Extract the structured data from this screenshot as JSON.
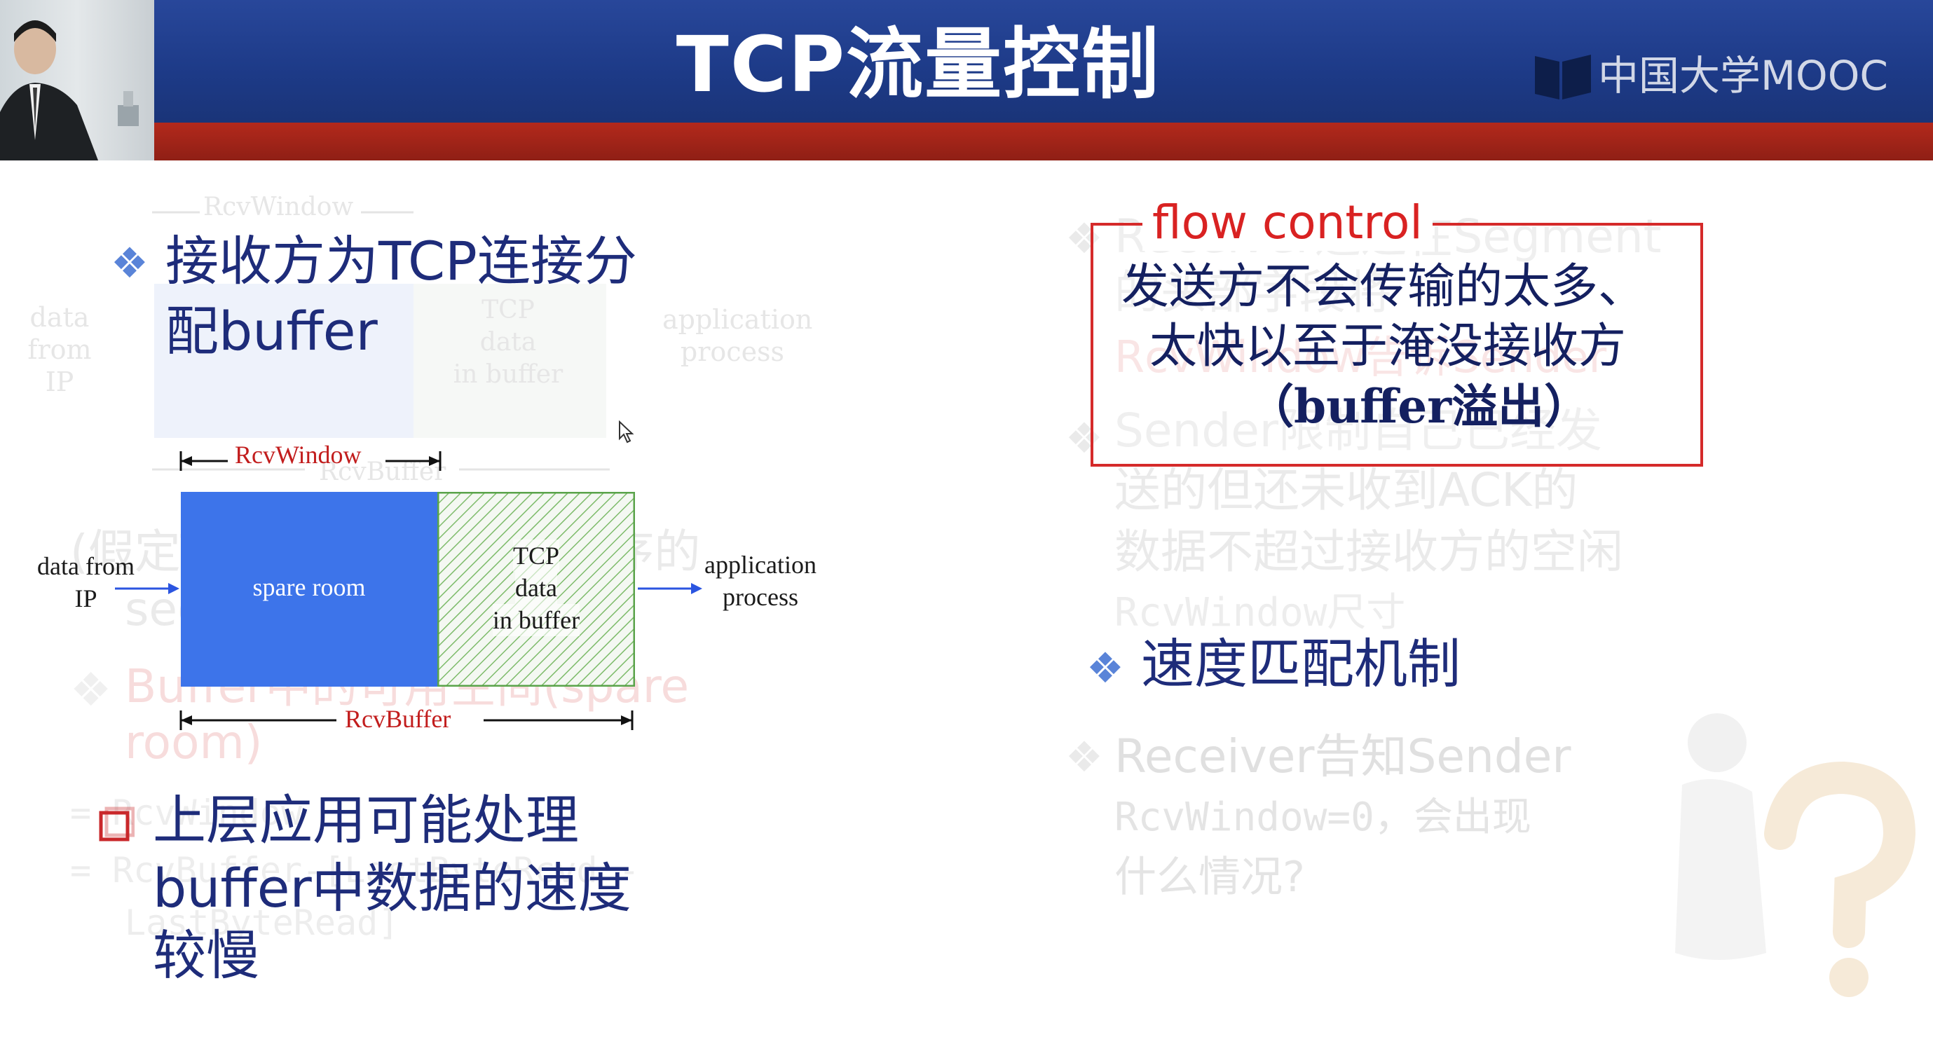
{
  "header": {
    "title": "TCP流量控制",
    "logo_text": "中国大学MOOC",
    "colors": {
      "header_blue": "#1d3a87",
      "red_bar": "#9b2418"
    }
  },
  "ghost": {
    "rcvwindow_top": "RcvWindow",
    "data_from_ip": [
      "data from",
      "IP"
    ],
    "tcp_data_in_buffer": [
      "TCP",
      "data",
      "in buffer"
    ],
    "application_process": [
      "application",
      "process"
    ],
    "rcvbuffer_top": "RcvBuffer",
    "assume_line1": "(假定TCP receiver丢弃乱序的",
    "assume_line2": "segments)",
    "spare_line1": "Buffer中的可用空间(spare",
    "spare_line2": "room)",
    "code_line1": "= RcvWindow",
    "code_line2": "= RcvBuffer-[LastByteRcvd -",
    "code_line3": "LastByteRead]",
    "right_line1": "Receiver通过在Segment",
    "right_line2": "的头部字段将",
    "right_line3": "RcvWindow告诉Sender",
    "right_line4": "Sender限制自己已经发",
    "right_line5": "送的但还未收到ACK的",
    "right_line6": "数据不超过接收方的空闲",
    "right_line7": "RcvWindow尺寸",
    "q_line1": "Receiver告知Sender",
    "q_line2": "RcvWindow=0，会出现",
    "q_line3": "什么情况?"
  },
  "left": {
    "bullet1_line1": "接收方为TCP连接分",
    "bullet1_line2": "配buffer",
    "bullet2_line1": "上层应用可能处理",
    "bullet2_line2": "buffer中数据的速度",
    "bullet2_line3": "较慢"
  },
  "diagram": {
    "rcvwindow": "RcvWindow",
    "rcvbuffer": "RcvBuffer",
    "data_from": "data from",
    "ip": "IP",
    "spare_room": "spare room",
    "tcp": "TCP",
    "data": "data",
    "in_buffer": "in buffer",
    "application": "application",
    "process": "process",
    "colors": {
      "spare": "#3d74ea",
      "hatch": "#5aa34a"
    }
  },
  "right": {
    "flow_label": "flow control",
    "box_line1": "发送方不会传输的太多、",
    "box_line2": "太快以至于淹没接收方",
    "box_line3": "（buffer溢出）",
    "bullet": "速度匹配机制"
  }
}
